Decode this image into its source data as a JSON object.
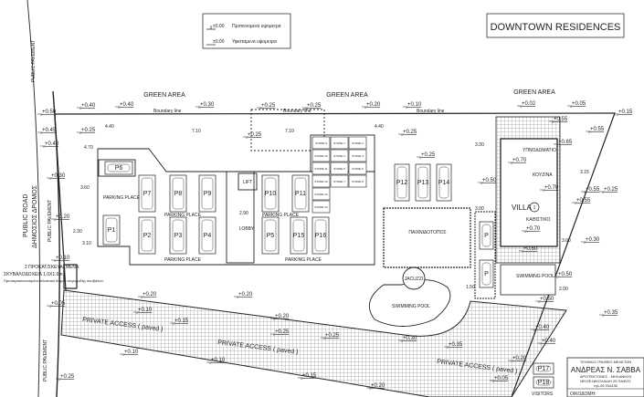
{
  "title": "DOWNTOWN RESIDENCES",
  "legend": {
    "items": [
      {
        "level": "±0.00",
        "label": "Προτεινομενα υψομετρα"
      },
      {
        "level": "±0.00",
        "label": "Υφισταμενα υψομετρα"
      }
    ]
  },
  "areas": {
    "green_area": "GREEN AREA",
    "boundary_line": "Boundary line",
    "public_road": "PUBLIC ROAD",
    "public_road_gr": "ΔΗΜΟΣΙΟΣ ΔΡΟΜΟΣ",
    "public_pavement": "PUBLIC PAVEMENT",
    "private_access": "PRIVATE ACCESS ( paved )",
    "parking_place": "PARKING PLACE",
    "lift": "LIFT",
    "lobby": "LOBBY",
    "playground": "ΠΑΙΧΝΙΔΟΤΟΠΟΣ",
    "jacuzzi": "JACUZZI",
    "swimming_pool": "SWIMMING POOL",
    "villa_pool": "SWIMMING POOL",
    "villa": "VILLA",
    "villa_number": "1",
    "bedroom": "ΥΠΝΟΔΩΜΑΤΙΟ",
    "kitchen": "ΚΟΥΖΙΝΑ",
    "living": "ΚΑΘΙΣΤΙΚΟ",
    "visitors": "VISITORS",
    "bins_note": "2 ΠΡΟΚΑΤ/ΣΚΕΥΑΣΜΕΝΑ",
    "bins_note2": "ΣΚΥΒΑΛΟΔΟΧΕΙΑ 1.0Χ1.0m",
    "bins_note3": "Προπαρασκευασμένα πλαστικά δοχεία συγκομιδής σκυβάλων"
  },
  "parking": [
    "P1",
    "P2",
    "P3",
    "P4",
    "P5",
    "P6",
    "P7",
    "P8",
    "P9",
    "P10",
    "P11",
    "P12",
    "P13",
    "P14",
    "P15",
    "P16",
    "P17",
    "P18",
    "P",
    "P"
  ],
  "stores": [
    "STORE 1",
    "STORE 2",
    "STORE 3",
    "STORE 4",
    "STORE 5",
    "STORE 6",
    "STORE 7",
    "STORE 8",
    "STORE 9",
    "STORE 10",
    "STORE 11",
    "STORE 12",
    "STORE 13",
    "STORE 14"
  ],
  "dimensions": [
    "4.40",
    "4.70",
    "7.10",
    "7.10",
    "3.60",
    "2.30",
    "3.10",
    "2.90",
    "4.40",
    "3.30",
    "3.00",
    "3.15",
    "3.00",
    "2.00",
    "1.50"
  ],
  "elevations": [
    "+0.40",
    "+0.40",
    "+0.30",
    "+0.25",
    "+0.25",
    "+0.20",
    "+0.10",
    "+0.02",
    "+0.05",
    "+0.15",
    "+0.50",
    "+0.45",
    "+0.40",
    "+0.30",
    "+0.20",
    "+0.10",
    "+0.25",
    "+0.25",
    "+0.25",
    "+0.25",
    "+0.55",
    "+0.55",
    "+0.55",
    "+0.65",
    "+0.50",
    "+0.70",
    "+0.70",
    "+0.70",
    "+0.60",
    "+0.25",
    "+0.55",
    "+0.30",
    "+0.50",
    "+0.50",
    "+0.35",
    "+0.40",
    "+0.40",
    "+0.35",
    "+0.30",
    "+0.25",
    "+0.20",
    "+0.20",
    "+0.20",
    "+0.05",
    "+0.10",
    "+0.15",
    "+0.20",
    "+0.25",
    "+0.10",
    "+0.10",
    "+0.15",
    "+0.20",
    "+0.05",
    "+0.25"
  ],
  "title_block": {
    "office": "ΤΕΧΝΙΚΟ ΓΡΑΦΕΙΟ ΜΕΛΕΤΩΝ",
    "name": "ΑΝΔΡΕΑΣ Ν. ΣΑΒΒΑ",
    "profession": "ΑΡΧΙΤΕΚΤΟΝΕΣ - ΜΗΧΑΝΙΚΟΙ",
    "address": "ΝΕΟΦ.ΝΙΚΟΛΑΙΔΗ 29 ΠΑΦΟΣ",
    "phone": "τηλ.26 934436",
    "building_label": "ΟΙΚΟΔΟΜΗ:"
  }
}
